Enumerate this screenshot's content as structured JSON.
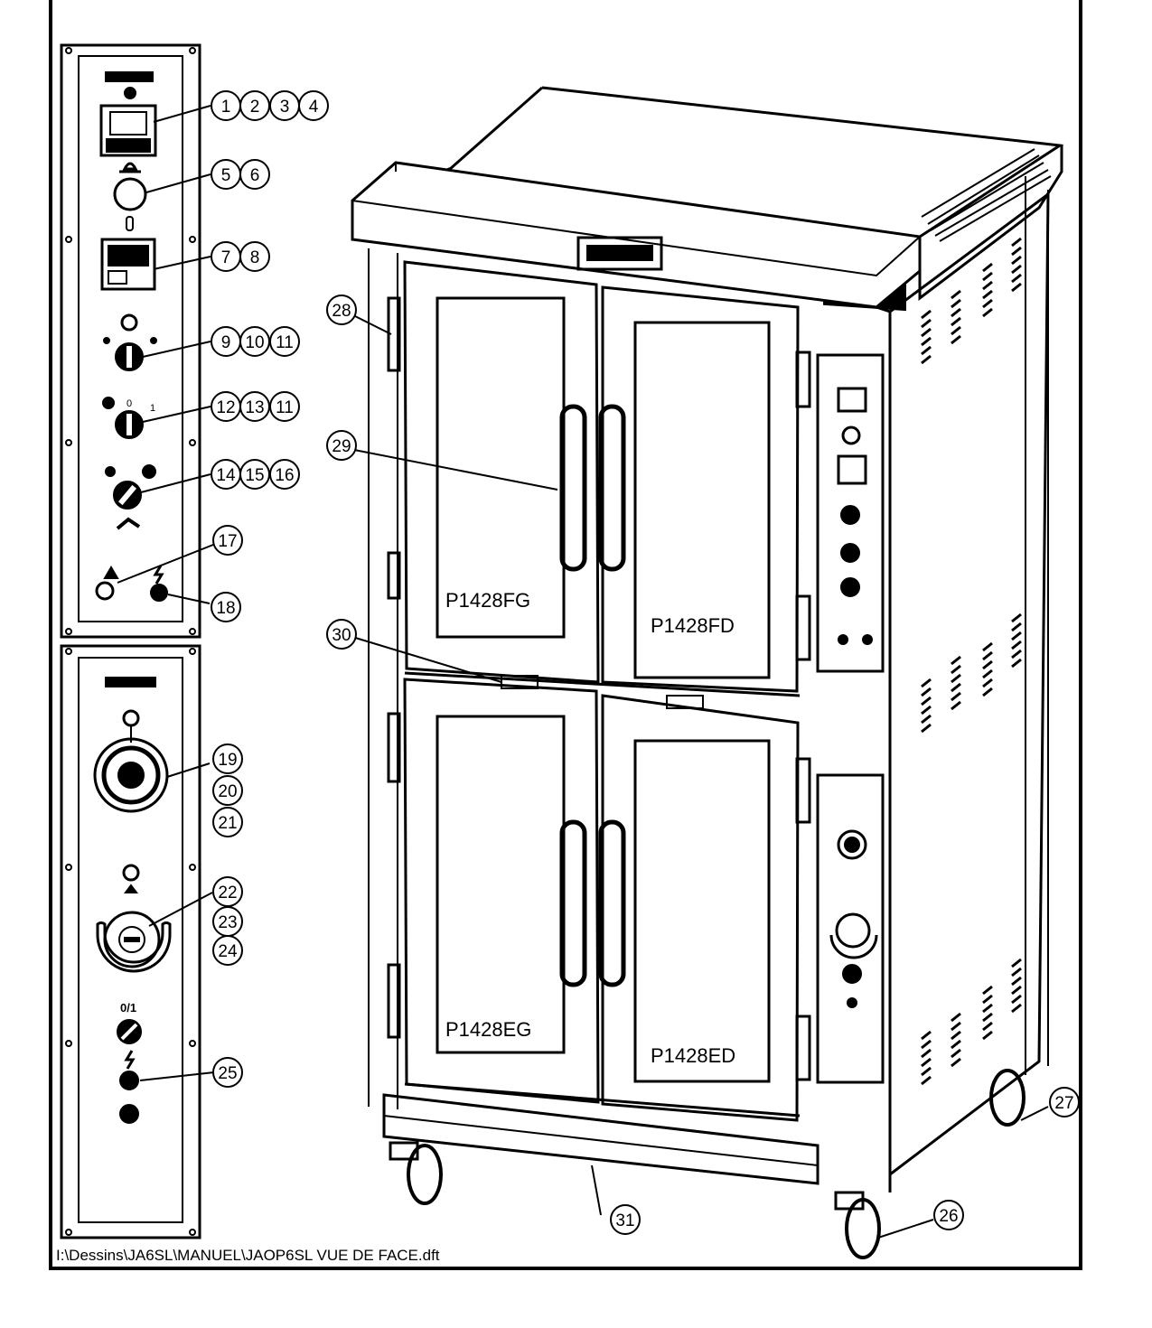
{
  "file_path": "I:\\Dessins\\JA6SL\\MANUEL\\JAOP6SL VUE DE FACE.dft",
  "door_labels": {
    "top_left": "P1428FG",
    "top_right": "P1428FD",
    "bottom_left": "P1428EG",
    "bottom_right": "P1428ED"
  },
  "callouts": {
    "c1": "1",
    "c2": "2",
    "c3": "3",
    "c4": "4",
    "c5": "5",
    "c6": "6",
    "c7": "7",
    "c8": "8",
    "c9": "9",
    "c10": "10",
    "c11a": "11",
    "c12": "12",
    "c13": "13",
    "c11b": "11",
    "c14": "14",
    "c15": "15",
    "c16": "16",
    "c17": "17",
    "c18": "18",
    "c19": "19",
    "c20": "20",
    "c21": "21",
    "c22": "22",
    "c23": "23",
    "c24": "24",
    "c25": "25",
    "c26": "26",
    "c27": "27",
    "c28": "28",
    "c29": "29",
    "c30": "30",
    "c31": "31"
  },
  "panel_marks": {
    "knob_zero": "0",
    "knob_one": "1",
    "switch_label": "0/1"
  }
}
